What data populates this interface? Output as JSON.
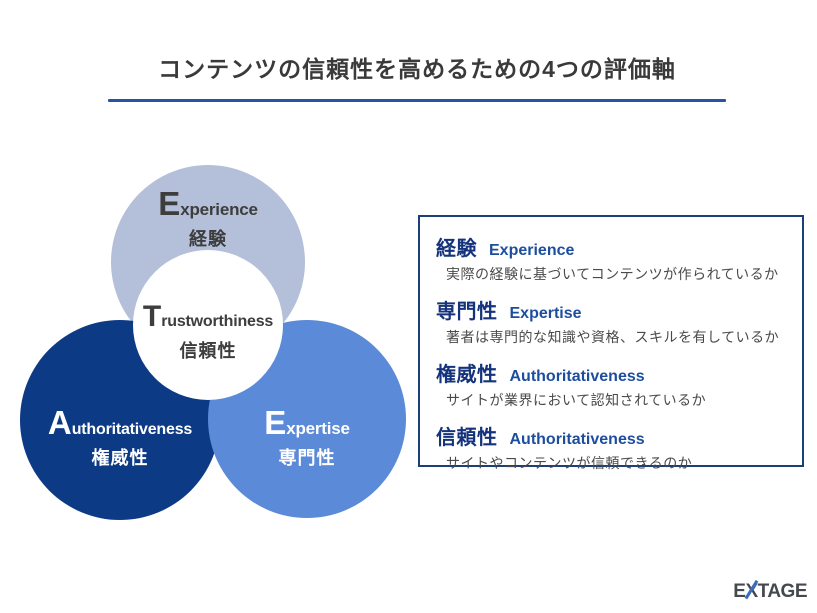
{
  "title": "コンテンツの信頼性を高めるための4つの評価軸",
  "colors": {
    "title_underline": "#2a52a3",
    "circle_experience": "#b4c0da",
    "circle_authoritativeness": "#0d3a85",
    "circle_expertise": "#5b8ad8",
    "circle_trustworthiness": "#ffffff",
    "panel_border": "#1c3e7a",
    "panel_heading_jp": "#15337c",
    "panel_heading_en": "#1d4e9e",
    "logo_text": "#45484f",
    "logo_slash": "#3a6cc0"
  },
  "venn": {
    "experience": {
      "initial": "E",
      "rest": "xperience",
      "jp": "経験"
    },
    "trustworthiness": {
      "initial": "T",
      "rest": "rustworthiness",
      "jp": "信頼性"
    },
    "authoritativeness": {
      "initial": "A",
      "rest": "uthoritativeness",
      "jp": "権威性"
    },
    "expertise": {
      "initial": "E",
      "rest": "xpertise",
      "jp": "専門性"
    }
  },
  "panel": {
    "items": [
      {
        "jp": "経験",
        "en": "Experience",
        "desc": "実際の経験に基づいてコンテンツが作られているか"
      },
      {
        "jp": "専門性",
        "en": "Expertise",
        "desc": "著者は専門的な知識や資格、スキルを有しているか"
      },
      {
        "jp": "権威性",
        "en": "Authoritativeness",
        "desc": "サイトが業界において認知されているか"
      },
      {
        "jp": "信頼性",
        "en": "Authoritativeness",
        "desc": "サイトやコンテンツが信頼できるのか"
      }
    ]
  },
  "logo": {
    "part1": "E",
    "part2": "X",
    "part3": "TAGE"
  }
}
